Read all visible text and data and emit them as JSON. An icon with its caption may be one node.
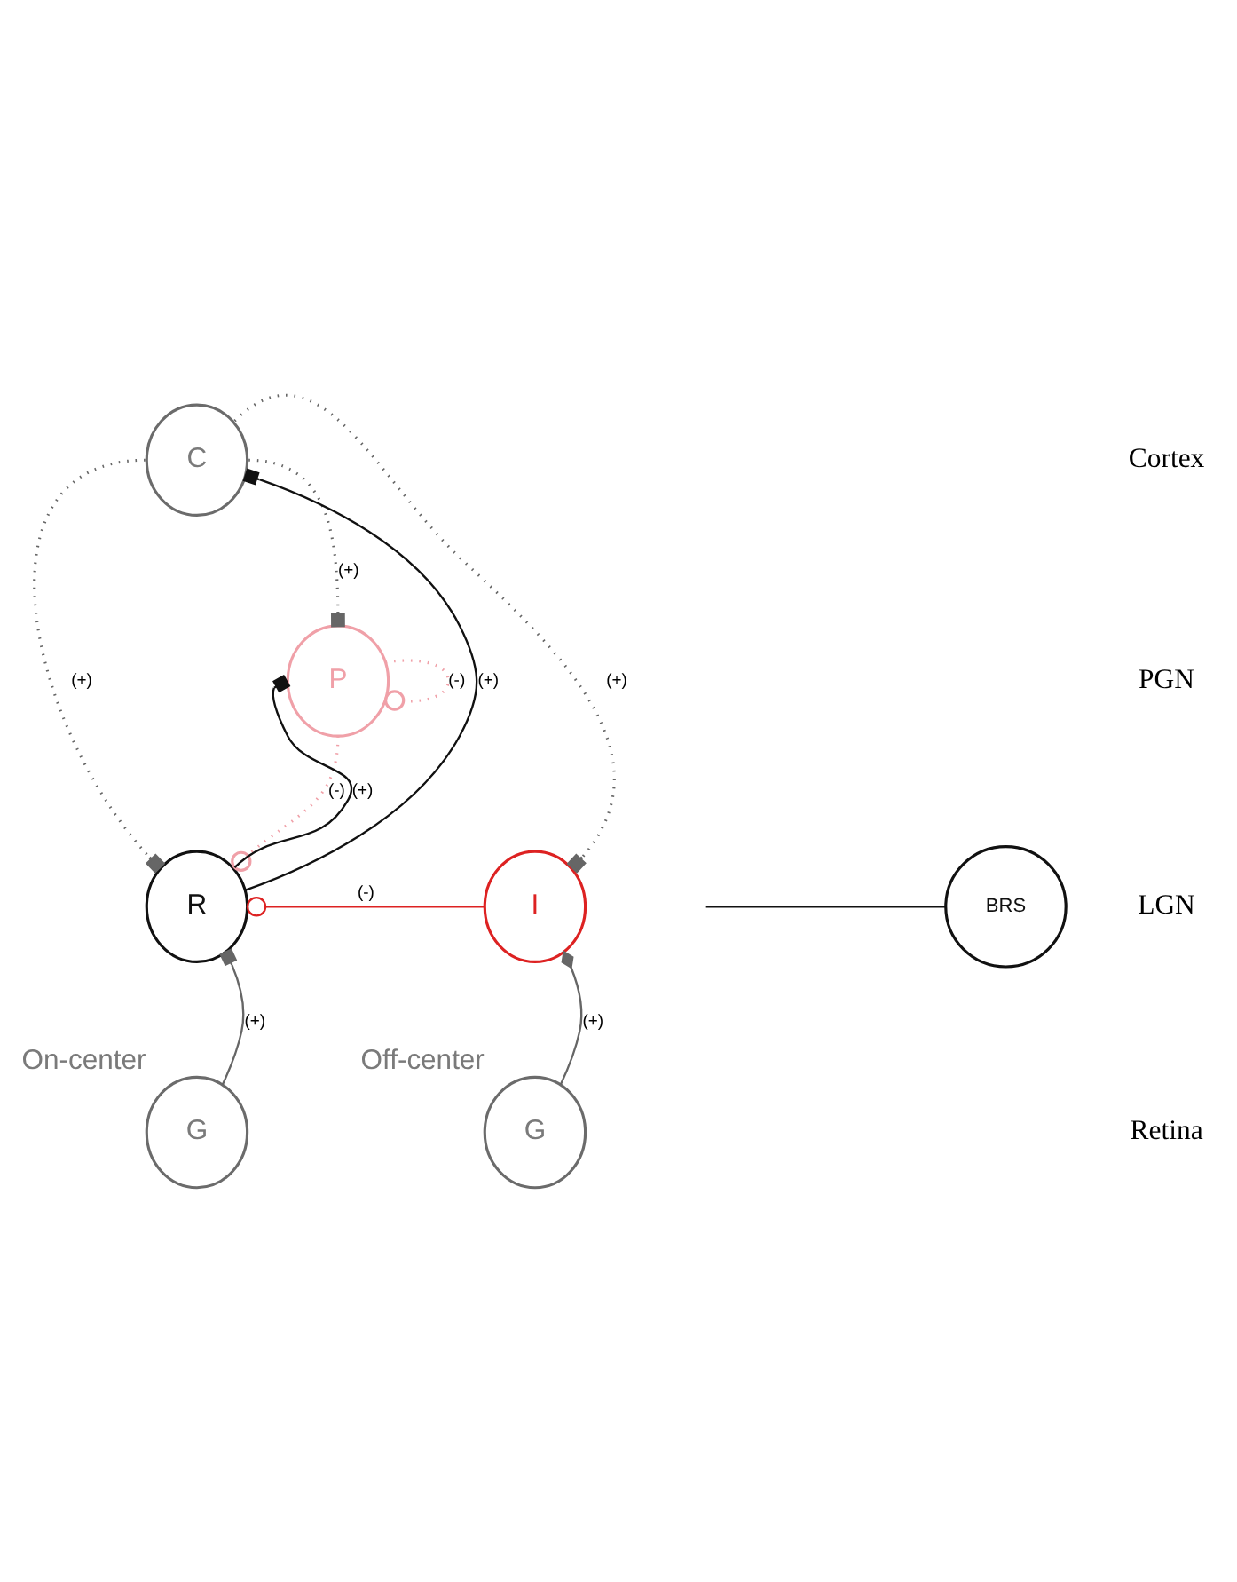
{
  "diagram": {
    "nodes": [
      {
        "text": [
          "C"
        ]
      },
      {
        "text": [
          "P"
        ]
      },
      {
        "text": [
          "R"
        ]
      },
      {
        "text": [
          "I"
        ]
      },
      {
        "text": [
          "G"
        ],
        "beside": [
          "On-center"
        ]
      },
      {
        "text": [
          "G"
        ],
        "beside": [
          "Off-center"
        ]
      },
      {
        "text": [
          "BRS"
        ]
      }
    ],
    "edges": [
      {
        "from": 2,
        "to": 0,
        "arrow": "other",
        "label": "(+)",
        "color": "#111111"
      },
      {
        "from": 2,
        "to": 1,
        "arrow": "other",
        "label": "(+)",
        "color": "#111111"
      },
      {
        "from": 0,
        "to": 1,
        "arrow": "other",
        "label": "(+)",
        "style": "dashed"
      },
      {
        "from": 0,
        "to": 2,
        "arrow": "other",
        "label": "(+)",
        "style": "dashed"
      },
      {
        "from": 0,
        "to": 3,
        "arrow": "other",
        "label": "(+)",
        "style": "dashed"
      },
      {
        "from": 1,
        "to": 1,
        "arrow": "other",
        "label": "(-)",
        "style": "dashed",
        "color": "#f0a0a8"
      },
      {
        "from": 1,
        "to": 2,
        "arrow": "other",
        "label": "(-)",
        "style": "dashed",
        "color": "#f0a0a8"
      },
      {
        "from": 3,
        "to": 2,
        "arrow": "other",
        "label": "(-)",
        "color": "#dd2222"
      },
      {
        "from": 4,
        "to": 2,
        "arrow": "other",
        "label": "(+)"
      },
      {
        "from": 5,
        "to": 3,
        "arrow": "other",
        "label": "(+)"
      },
      {
        "from": null,
        "to": 6,
        "arrow": "none",
        "color": "#111111"
      }
    ],
    "labels": [
      "Cortex",
      "PGN",
      "LGN",
      "Retina"
    ]
  }
}
